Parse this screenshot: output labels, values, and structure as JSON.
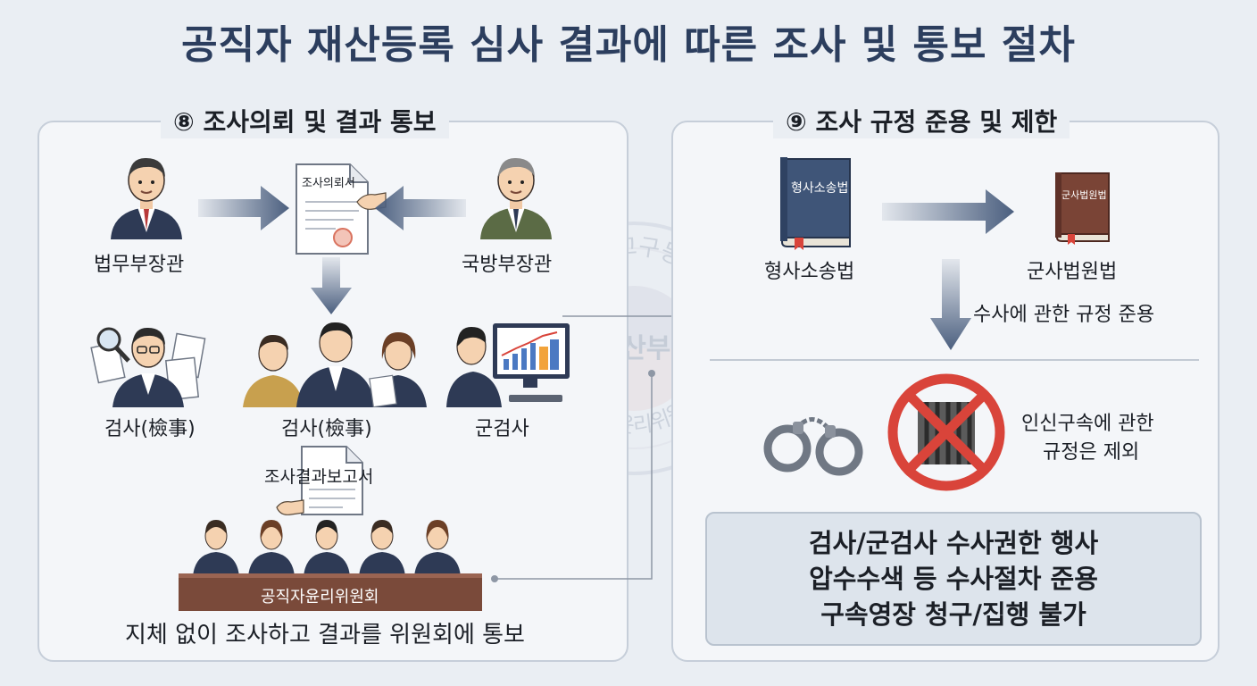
{
  "title": "공직자 재산등록 심사 결과에 따른 조사 및 통보 절차",
  "left_panel": {
    "heading": "⑧ 조사의뢰 및 결과 통보",
    "minister_justice": "법무부장관",
    "minister_defense": "국방부장관",
    "request_doc": "조사의뢰서",
    "prosecutor_1": "검사(檢事)",
    "prosecutor_2": "검사(檢事)",
    "military_prosecutor": "군검사",
    "report_doc": "조사결과보고서",
    "committee": "공직자윤리위원회",
    "caption": "지체 없이 조사하고 결과를 위원회에 통보"
  },
  "right_panel": {
    "heading": "⑨ 조사 규정 준용 및 제한",
    "book_1_cover": "형사소송법",
    "book_1_label": "형사소송법",
    "book_2_cover": "군사법원법",
    "book_2_label": "군사법원법",
    "apply_note": "수사에 관한 규정 준용",
    "exclude_note_1": "인신구속에 관한",
    "exclude_note_2": "규정은 제외",
    "summary": [
      "검사/군검사 수사권한 행사",
      "압수수색 등 수사절차 준용",
      "구속영장 청구/집행 불가"
    ]
  },
  "watermark": {
    "center": "병산부",
    "ring_top": "국산 고구등부",
    "ring_bottom": "공직자윤리위원회"
  },
  "colors": {
    "title": "#2c3e5e",
    "arrow": "#4b5f7f",
    "suit_navy": "#2e3a55",
    "book_blue": "#3f5578",
    "book_brown": "#7a4436",
    "prohibit_red": "#d9443a",
    "desk_brown": "#7a4a3a"
  },
  "icons": [
    "person-icon",
    "document-icon",
    "arrow-icon",
    "book-icon",
    "handcuffs-icon",
    "prohibit-icon",
    "monitor-icon",
    "magnifier-icon",
    "seal-icon"
  ]
}
